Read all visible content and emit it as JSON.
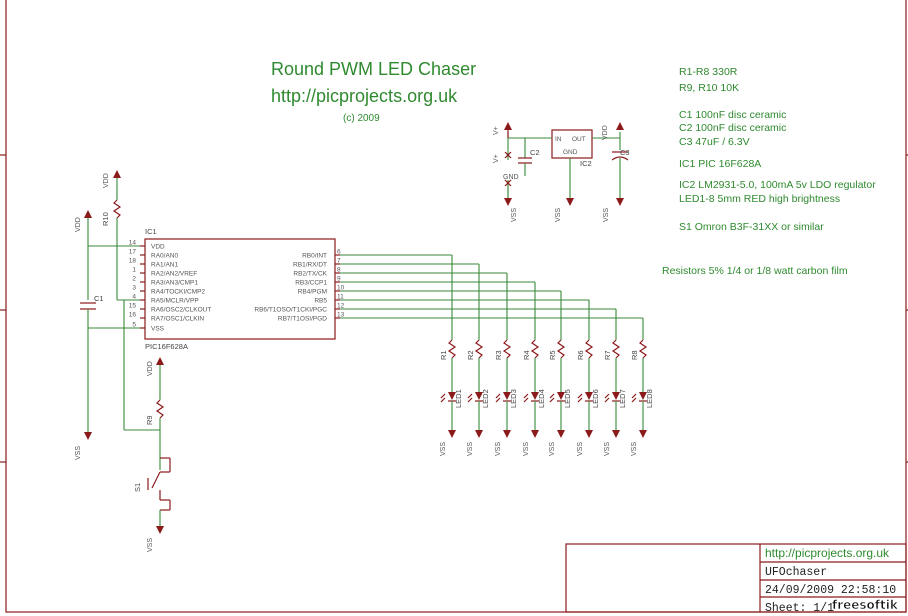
{
  "title": {
    "main": "Round PWM LED Chaser",
    "url": "http://picprojects.org.uk",
    "copyright": "(c) 2009"
  },
  "notes": [
    "R1-R8   330R",
    "R9, R10  10K",
    "C1  100nF  disc ceramic",
    "C2  100nF  disc ceramic",
    "C3  47uF / 6.3V",
    "IC1  PIC 16F628A",
    "IC2 LM2931-5.0, 100mA 5v LDO regulator",
    "LED1-8 5mm RED high brightness",
    "S1  Omron B3F-31XX or similar",
    "Resistors 5% 1/4 or 1/8 watt carbon film"
  ],
  "ic1": {
    "ref": "IC1",
    "value": "PIC16F628A",
    "left_pins": [
      {
        "num": "14",
        "name": "VDD"
      },
      {
        "num": "17",
        "name": "RA0/AN0"
      },
      {
        "num": "18",
        "name": "RA1/AN1"
      },
      {
        "num": "1",
        "name": "RA2/AN2/VREF"
      },
      {
        "num": "2",
        "name": "RA3/AN3/CMP1"
      },
      {
        "num": "3",
        "name": "RA4/TOCKI/CMP2"
      },
      {
        "num": "4",
        "name": "RA5/MCLR/VPP"
      },
      {
        "num": "15",
        "name": "RA6/OSC2/CLKOUT"
      },
      {
        "num": "16",
        "name": "RA7/OSC1/CLKIN"
      },
      {
        "num": "5",
        "name": "VSS"
      }
    ],
    "right_pins": [
      {
        "num": "6",
        "name": "RB0/INT"
      },
      {
        "num": "7",
        "name": "RB1/RX/DT"
      },
      {
        "num": "8",
        "name": "RB2/TX/CK"
      },
      {
        "num": "9",
        "name": "RB3/CCP1"
      },
      {
        "num": "10",
        "name": "RB4/PGM"
      },
      {
        "num": "11",
        "name": "RB5"
      },
      {
        "num": "12",
        "name": "RB6/T1OSO/T1CKI/PGC"
      },
      {
        "num": "13",
        "name": "RB7/T1OSI/PGD"
      }
    ]
  },
  "ic2": {
    "ref": "IC2",
    "in": "IN",
    "out": "OUT",
    "gnd": "GND"
  },
  "resistors": [
    "R1",
    "R2",
    "R3",
    "R4",
    "R5",
    "R6",
    "R7",
    "R8"
  ],
  "leds": [
    "LED1",
    "LED2",
    "LED3",
    "LED4",
    "LED5",
    "LED6",
    "LED7",
    "LED8"
  ],
  "parts": {
    "r9": "R9",
    "r10": "R10",
    "c1": "C1",
    "c2": "C2",
    "c3": "C3",
    "s1": "S1"
  },
  "nets": {
    "vdd": "VDD",
    "vss": "VSS",
    "vplus": "V+",
    "gnd": "GND"
  },
  "title_block": {
    "url": "http://picprojects.org.uk",
    "name": "UFOchaser",
    "date": "24/09/2009 22:58:10",
    "sheet": "Sheet: 1/1"
  },
  "watermark": "freesoftik",
  "colors": {
    "wire": "#3a8a3a",
    "part": "#8b1a1a",
    "text": "#2f8a2f"
  }
}
